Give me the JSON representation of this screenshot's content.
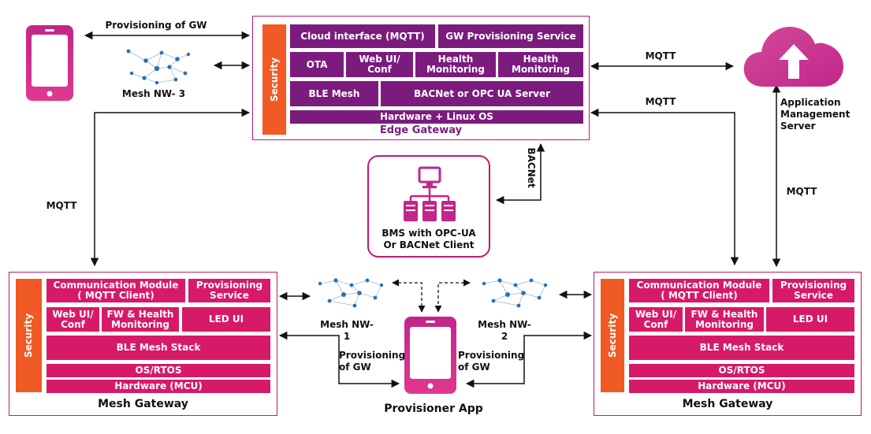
{
  "edge_gateway": {
    "title": "Edge Gateway",
    "security": "Security",
    "cloud_interface": "Cloud interface (MQTT)",
    "gw_provisioning": "GW Provisioning Service",
    "ota": "OTA",
    "web_ui": "Web UI/\nConf",
    "health1": "Health\nMonitoring",
    "health2": "Health\nMonitoring",
    "ble_mesh": "BLE Mesh",
    "bacnet_server": "BACNet or OPC UA  Server",
    "hardware": "Hardware + Linux OS"
  },
  "mesh_gateway_left": {
    "title": "Mesh Gateway",
    "security": "Security",
    "comm": "Communication Module\n( MQTT Client)",
    "prov": "Provisioning\nService",
    "web_ui": "Web UI/\nConf",
    "fw": "FW & Health\nMonitoring",
    "led": "LED UI",
    "ble": "BLE Mesh Stack",
    "os": "OS/RTOS",
    "hw": "Hardware (MCU)"
  },
  "mesh_gateway_right": {
    "title": "Mesh Gateway",
    "security": "Security",
    "comm": "Communication Module\n( MQTT Client)",
    "prov": "Provisioning\nService",
    "web_ui": "Web UI/\nConf",
    "fw": "FW & Health\nMonitoring",
    "led": "LED UI",
    "ble": "BLE Mesh Stack",
    "os": "OS/RTOS",
    "hw": "Hardware (MCU)"
  },
  "bms": {
    "label": "BMS with OPC-UA\nOr BACNet Client"
  },
  "labels": {
    "provisioning_of_gw_top": "Provisioning of GW",
    "mesh_nw3": "Mesh NW- 3",
    "mesh_nw1": "Mesh NW- 1",
    "mesh_nw2": "Mesh NW- 2",
    "mqtt_top": "MQTT",
    "mqtt_mid": "MQTT",
    "mqtt_left": "MQTT",
    "mqtt_right": "MQTT",
    "bacnet": "BACNet",
    "app_server": "Application\nManagement\nServer",
    "prov_left": "Provisioning\nof GW",
    "prov_right": "Provisioning\nof GW",
    "provisioner_app": "Provisioner App"
  },
  "colors": {
    "purple": "#7b1b7e",
    "magenta": "#d61a68",
    "orange": "#ef5a25",
    "phone": "#c2268a",
    "mesh_node": "#2b6fb5"
  },
  "icons": [
    "phone-icon",
    "mesh-network-icon",
    "cloud-upload-icon",
    "server-network-icon"
  ]
}
